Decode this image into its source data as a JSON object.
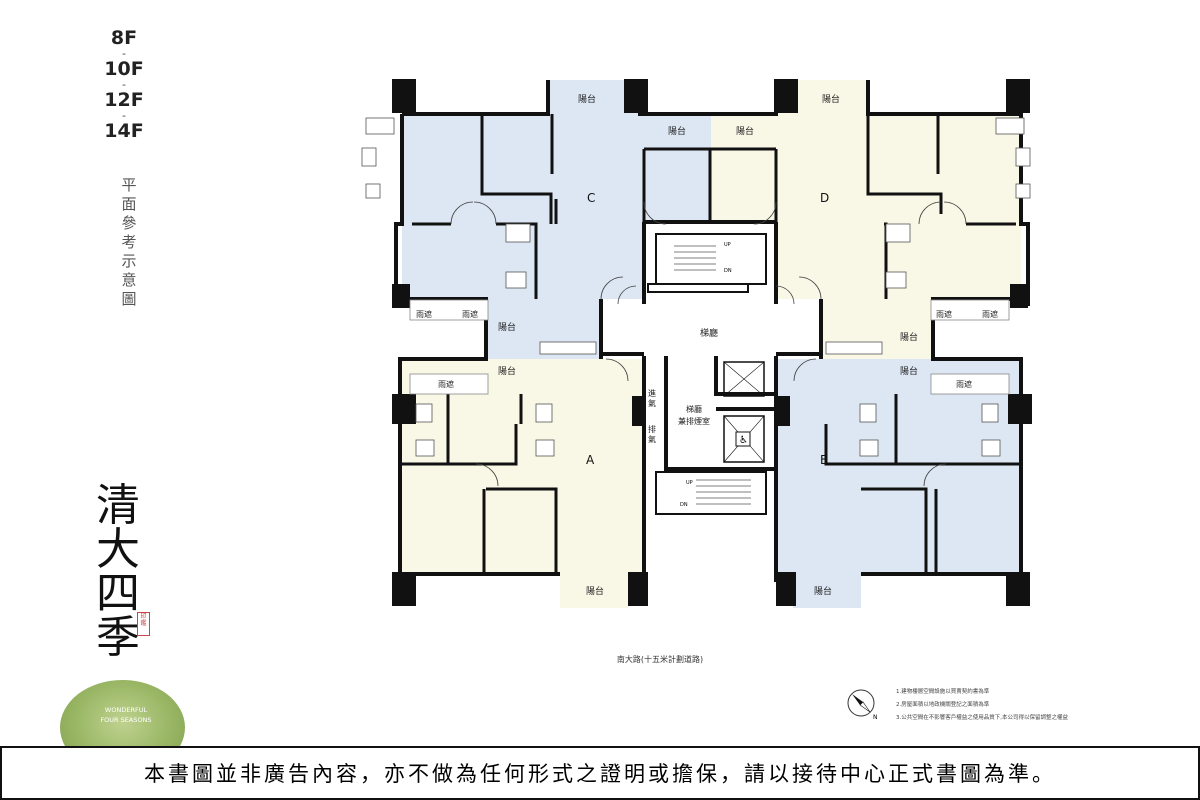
{
  "floors": [
    "8F",
    "10F",
    "12F",
    "14F"
  ],
  "floor_separator": "-",
  "subtitle": "平面參考示意圖",
  "brand": "清大四季",
  "seal": "印鑑",
  "badge": {
    "line1": "WONDERFUL",
    "line2": "FOUR SEASONS"
  },
  "plan": {
    "units": {
      "a": "A",
      "b": "B",
      "c": "C",
      "d": "D"
    },
    "rooms": {
      "balcony": "陽台",
      "canopy": "雨遮",
      "elevator_lobby": "梯廳",
      "smoke_lobby_line1": "梯廳",
      "smoke_lobby_line2": "兼排煙室",
      "intake_1": "進",
      "intake_2": "氣",
      "exhaust_1": "排",
      "exhaust_2": "氣",
      "stair_up": "UP",
      "stair_dn": "DN"
    },
    "colors": {
      "blue": "#dce7f3",
      "cream": "#f9f8e6",
      "wall": "#111111"
    }
  },
  "road_label": "南大路(十五米計劃道路)",
  "compass_label": "N",
  "notes": [
    "1.建物樓層空間設施以買賣契約書為準",
    "2.房屋面積以地政機關登記之面積為準",
    "3.公共空間在不影響客戶權益之使用品質下,本公司得以保留調整之權益"
  ],
  "disclaimer": "本書圖並非廣告內容，亦不做為任何形式之證明或擔保，請以接待中心正式書圖為準。"
}
